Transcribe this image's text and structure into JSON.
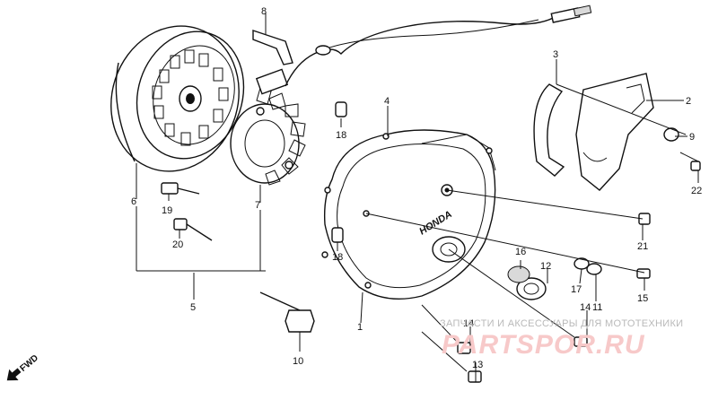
{
  "diagram": {
    "parts": [
      {
        "id": "p1",
        "label": "1"
      },
      {
        "id": "p2",
        "label": "2"
      },
      {
        "id": "p3",
        "label": "3"
      },
      {
        "id": "p4",
        "label": "4"
      },
      {
        "id": "p5",
        "label": "5"
      },
      {
        "id": "p6",
        "label": "6"
      },
      {
        "id": "p7",
        "label": "7"
      },
      {
        "id": "p8",
        "label": "8"
      },
      {
        "id": "p9",
        "label": "9"
      },
      {
        "id": "p10",
        "label": "10"
      },
      {
        "id": "p11",
        "label": "11"
      },
      {
        "id": "p12",
        "label": "12"
      },
      {
        "id": "p13",
        "label": "13"
      },
      {
        "id": "p14a",
        "label": "14"
      },
      {
        "id": "p14b",
        "label": "14"
      },
      {
        "id": "p15",
        "label": "15"
      },
      {
        "id": "p16",
        "label": "16"
      },
      {
        "id": "p17",
        "label": "17"
      },
      {
        "id": "p18a",
        "label": "18"
      },
      {
        "id": "p18b",
        "label": "18"
      },
      {
        "id": "p19",
        "label": "19"
      },
      {
        "id": "p20",
        "label": "20"
      },
      {
        "id": "p21",
        "label": "21"
      },
      {
        "id": "p22",
        "label": "22"
      }
    ],
    "cover_text": "HONDA",
    "direction_label": "FWD"
  },
  "watermark": {
    "top_text": "ЗАПЧАСТИ И АКСЕССУАРЫ ДЛЯ МОТОТЕХНИКИ",
    "brand_text": "PARTSPOR.RU"
  },
  "colors": {
    "ink": "#111111",
    "watermark_grey": "#b9b9b9",
    "watermark_pink": "#f7c9c9"
  }
}
